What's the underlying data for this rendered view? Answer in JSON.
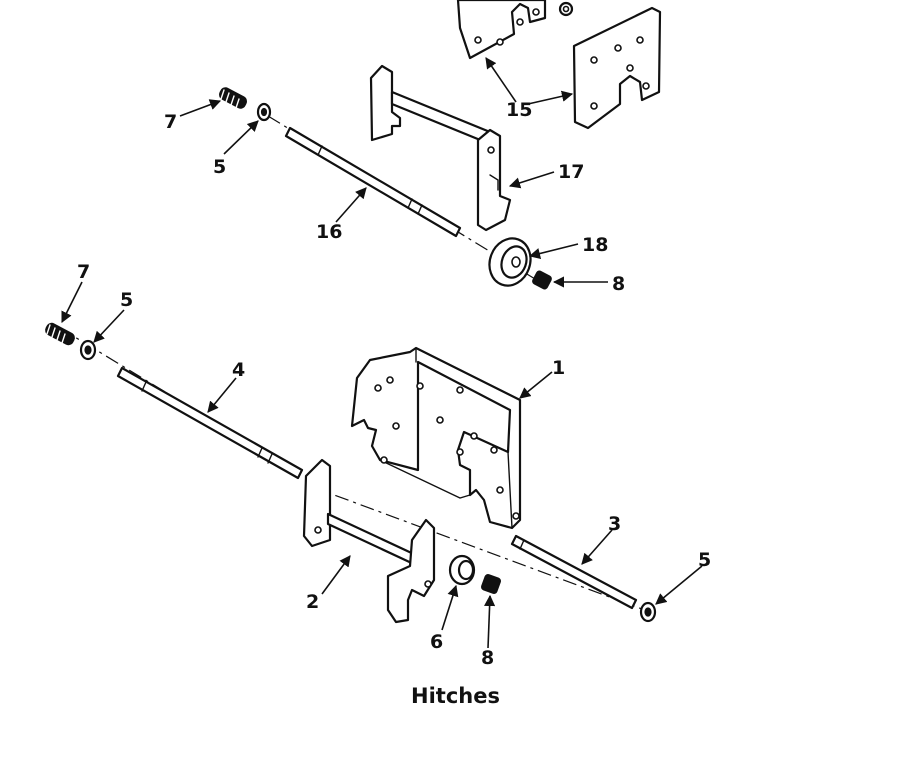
{
  "caption": "Hitches",
  "callouts": {
    "c15": "15",
    "c7_top": "7",
    "c5_top": "5",
    "c16": "16",
    "c17": "17",
    "c18": "18",
    "c8_top": "8",
    "c7_left": "7",
    "c5_left": "5",
    "c4": "4",
    "c1": "1",
    "c3": "3",
    "c5_right": "5",
    "c2": "2",
    "c6": "6",
    "c8_bottom": "8"
  }
}
